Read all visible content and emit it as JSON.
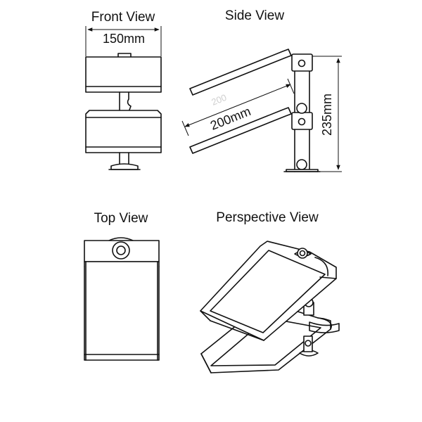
{
  "views": {
    "front": {
      "title": "Front View"
    },
    "side": {
      "title": "Side View"
    },
    "top": {
      "title": "Top View"
    },
    "perspective": {
      "title": "Perspective View"
    }
  },
  "dimensions": {
    "width": "150mm",
    "depth": "200mm",
    "height": "235mm",
    "faint_depth": "200"
  },
  "colors": {
    "line": "#111111",
    "background": "#ffffff",
    "faint": "#cfcfcf"
  }
}
